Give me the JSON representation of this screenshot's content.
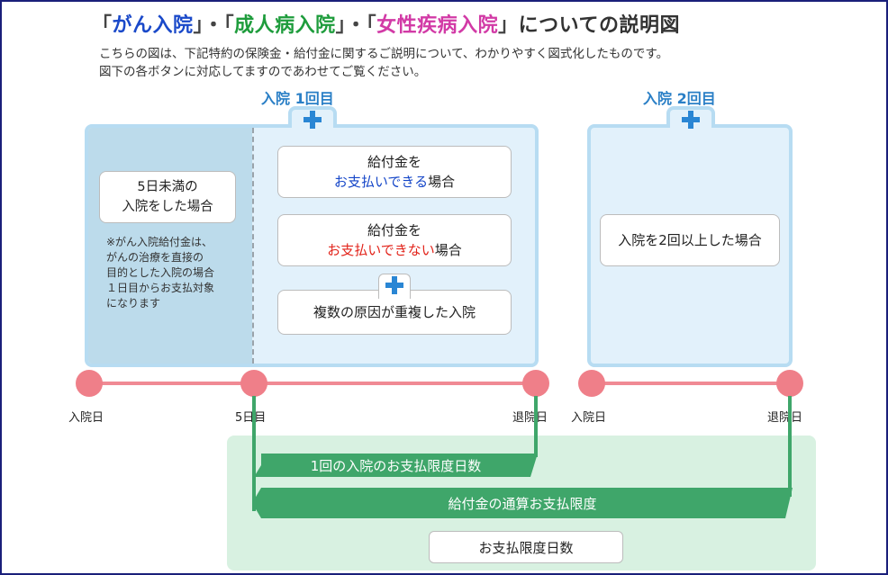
{
  "title": {
    "q_open_1": "「",
    "gan": "がん入院",
    "q_close_1": "」",
    "dot_1": "・",
    "q_open_2": "「",
    "seijin": "成人病入院",
    "q_close_2": "」",
    "dot_2": "・",
    "q_open_3": "「",
    "josei": "女性疾病入院",
    "q_close_3": "」",
    "suffix": "についての説明図",
    "colors": {
      "gan": "#1a49c9",
      "seijin": "#1e9c3c",
      "josei": "#d23aa6",
      "bracket": "#444444"
    }
  },
  "description": [
    "こちらの図は、下記特約の保険金・給付金に関するご説明について、わかりやすく図式化したものです。",
    "図下の各ボタンに対応してますのであわせてご覧ください。"
  ],
  "first": {
    "label": "入院 1回目",
    "short_stay": {
      "line1": "5日未満の",
      "line2": "入院をした場合"
    },
    "note": [
      "※がん入院給付金は、",
      "がんの治療を直接の",
      "目的とした入院の場合",
      "１日目からお支払対象",
      "になります"
    ],
    "payable": {
      "line1": "給付金を",
      "em": "お支払いできる",
      "rest": "場合"
    },
    "not_payable": {
      "line1": "給付金を",
      "em": "お支払いできない",
      "rest": "場合"
    },
    "multiple": "複数の原因が重複した入院"
  },
  "second": {
    "label": "入院 2回目",
    "box": "入院を2回以上した場合"
  },
  "timeline": {
    "admission_1": "入院日",
    "day5": "5日目",
    "discharge_1": "退院日",
    "admission_2": "入院日",
    "discharge_2": "退院日"
  },
  "limits": {
    "per_stay": "1回の入院のお支払限度日数",
    "total": "給付金の通算お支払限度",
    "button": "お支払限度日数"
  },
  "icons": [
    "plus-icon"
  ],
  "colors": {
    "accent_blue": "#2a7fc6",
    "timeline_pink": "#ef7f89",
    "limit_green": "#3fa66a"
  }
}
